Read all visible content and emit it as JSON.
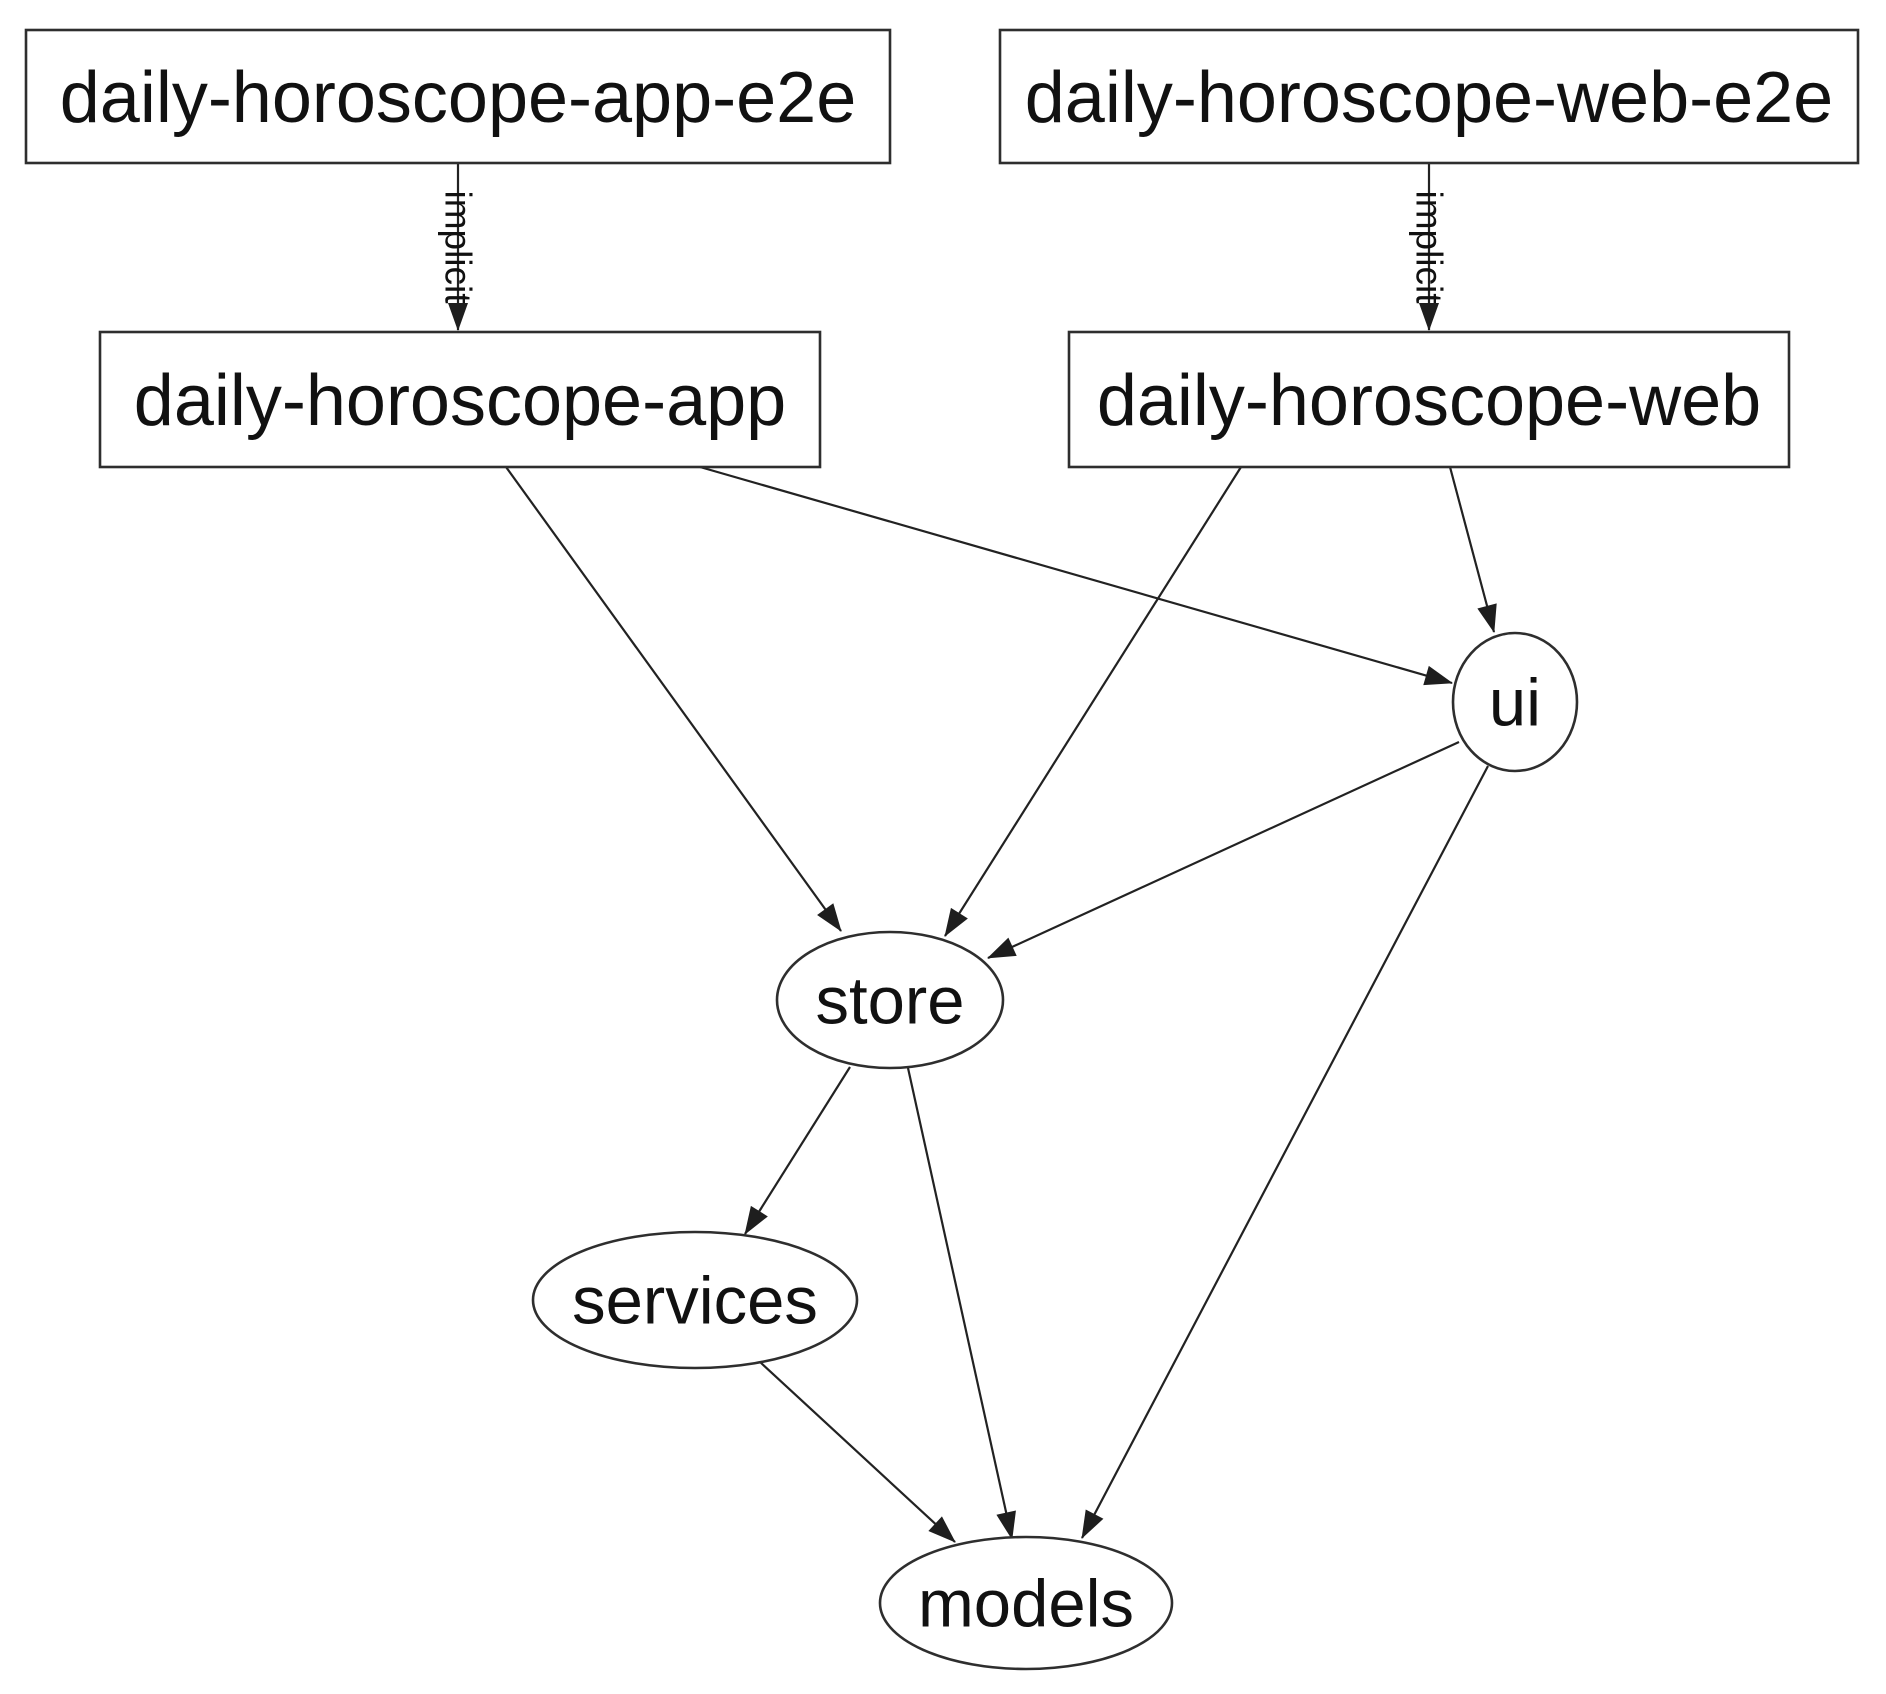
{
  "diagram": {
    "type": "dependency-graph",
    "colors": {
      "background": "#ffffff",
      "node_fill": "#ffffff",
      "node_stroke": "#2e2e2e",
      "edge_stroke": "#222222",
      "text": "#111111"
    },
    "nodes": {
      "app_e2e": {
        "label": "daily-horoscope-app-e2e",
        "shape": "rect"
      },
      "web_e2e": {
        "label": "daily-horoscope-web-e2e",
        "shape": "rect"
      },
      "app": {
        "label": "daily-horoscope-app",
        "shape": "rect"
      },
      "web": {
        "label": "daily-horoscope-web",
        "shape": "rect"
      },
      "ui": {
        "label": "ui",
        "shape": "ellipse"
      },
      "store": {
        "label": "store",
        "shape": "ellipse"
      },
      "services": {
        "label": "services",
        "shape": "ellipse"
      },
      "models": {
        "label": "models",
        "shape": "ellipse"
      }
    },
    "edges": [
      {
        "from": "daily-horoscope-app-e2e",
        "to": "daily-horoscope-app",
        "label": "implicit"
      },
      {
        "from": "daily-horoscope-web-e2e",
        "to": "daily-horoscope-web",
        "label": "implicit"
      },
      {
        "from": "daily-horoscope-app",
        "to": "store",
        "label": ""
      },
      {
        "from": "daily-horoscope-app",
        "to": "ui",
        "label": ""
      },
      {
        "from": "daily-horoscope-web",
        "to": "store",
        "label": ""
      },
      {
        "from": "daily-horoscope-web",
        "to": "ui",
        "label": ""
      },
      {
        "from": "ui",
        "to": "store",
        "label": ""
      },
      {
        "from": "ui",
        "to": "models",
        "label": ""
      },
      {
        "from": "store",
        "to": "services",
        "label": ""
      },
      {
        "from": "store",
        "to": "models",
        "label": ""
      },
      {
        "from": "services",
        "to": "models",
        "label": ""
      }
    ]
  }
}
